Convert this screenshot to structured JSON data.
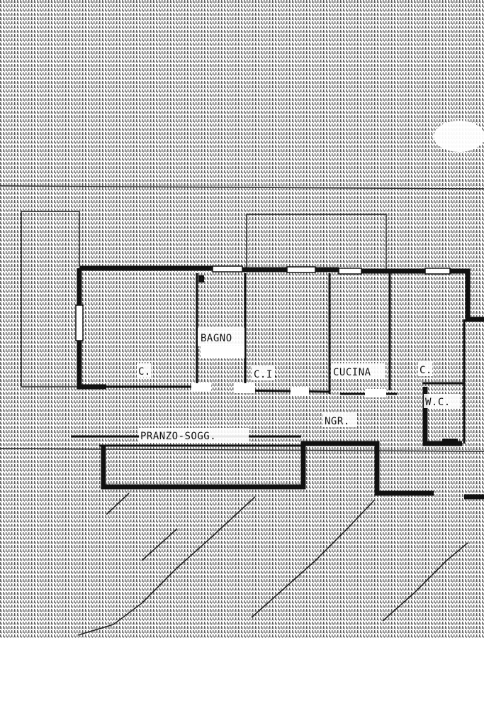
{
  "plan": {
    "rooms": [
      {
        "id": "bagno",
        "label": "BAGNO"
      },
      {
        "id": "cucina",
        "label": "CUCINA"
      },
      {
        "id": "ingr",
        "label": "NGR."
      },
      {
        "id": "wc",
        "label": "W.C."
      },
      {
        "id": "pranzo",
        "label": "PRANZO-SOGG."
      },
      {
        "id": "c-left",
        "label": "C."
      },
      {
        "id": "c-mid",
        "label": "C.I."
      },
      {
        "id": "c-right",
        "label": "C."
      }
    ]
  },
  "colors": {
    "ink": "#111111",
    "paper": "#ffffff"
  }
}
